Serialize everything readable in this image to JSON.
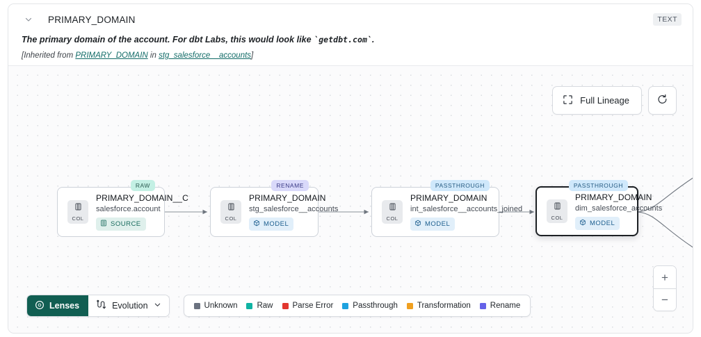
{
  "header": {
    "collapse_icon": "chevron-down-icon",
    "title": "PRIMARY_DOMAIN",
    "type_badge": "TEXT",
    "description_prefix": "The primary domain of the account. For dbt Labs, this would look like ",
    "description_code": "`getdbt.com`",
    "description_suffix": ".",
    "inherited_prefix": "[Inherited from ",
    "inherited_column_link": "PRIMARY_DOMAIN",
    "inherited_middle": " in ",
    "inherited_table_link": "stg_salesforce__accounts",
    "inherited_suffix": "]"
  },
  "lineage_controls": {
    "full_lineage_label": "Full Lineage",
    "full_lineage_icon": "expand-icon",
    "refresh_icon": "refresh-icon"
  },
  "zoom_controls": {
    "zoom_in_label": "+",
    "zoom_out_label": "−"
  },
  "graph": {
    "column_tile_label": "COL",
    "nodes": [
      {
        "column": "PRIMARY_DOMAIN__C",
        "table": "salesforce.account",
        "kind": "SOURCE",
        "kind_icon": "database-icon",
        "tag": "RAW",
        "selected": false
      },
      {
        "column": "PRIMARY_DOMAIN",
        "table": "stg_salesforce__accounts",
        "kind": "MODEL",
        "kind_icon": "cube-icon",
        "tag": "RENAME",
        "selected": false
      },
      {
        "column": "PRIMARY_DOMAIN",
        "table": "int_salesforce__accounts_joined",
        "kind": "MODEL",
        "kind_icon": "cube-icon",
        "tag": "PASSTHROUGH",
        "selected": false
      },
      {
        "column": "PRIMARY_DOMAIN",
        "table": "dim_salesforce_accounts",
        "kind": "MODEL",
        "kind_icon": "cube-icon",
        "tag": "PASSTHROUGH",
        "selected": true
      }
    ]
  },
  "bottombar": {
    "lenses_label": "Lenses",
    "lenses_icon": "aperture-icon",
    "evolution_label": "Evolution",
    "evolution_icon": "evolution-icon",
    "evolution_caret_icon": "chevron-down-icon",
    "legend": [
      {
        "label": "Unknown",
        "color": "#6b7280"
      },
      {
        "label": "Raw",
        "color": "#10b3a3"
      },
      {
        "label": "Parse Error",
        "color": "#e2372f"
      },
      {
        "label": "Passthrough",
        "color": "#1ea2df"
      },
      {
        "label": "Transformation",
        "color": "#f0a020"
      },
      {
        "label": "Rename",
        "color": "#6562e8"
      }
    ]
  }
}
